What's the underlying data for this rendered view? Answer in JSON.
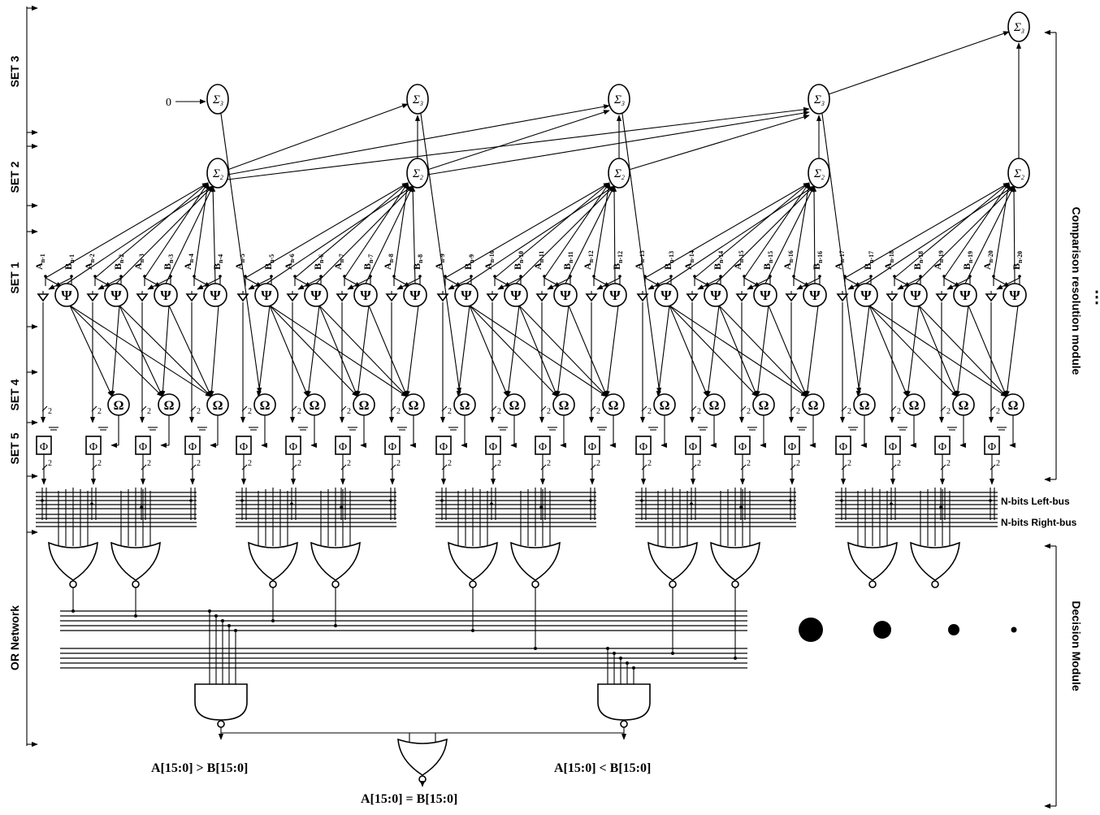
{
  "modules": {
    "comparison_resolution": "Comparison resolution module",
    "decision": "Decision Module",
    "continuation_mark": "⋮"
  },
  "sets": {
    "set1": "SET 1",
    "set2": "SET 2",
    "set3": "SET 3",
    "set4": "SET 4",
    "set5": "SET 5",
    "or_network": "OR Network"
  },
  "buses": {
    "left": "N-bits Left-bus",
    "right": "N-bits Right-bus"
  },
  "outputs": {
    "greater": "A[15:0] > B[15:0]",
    "less": "A[15:0] < B[15:0]",
    "equal": "A[15:0] = B[15:0]"
  },
  "symbols": {
    "psi": "Ψ",
    "omega": "Ω",
    "phi": "Φ",
    "sigma2": "Σ",
    "sigma2_sub": "2",
    "sigma3": "Σ",
    "sigma3_sub": "3",
    "bus_width": "2",
    "zero_input": "0"
  },
  "bits": [
    {
      "a": "A",
      "a_sub": "n-1",
      "b": "B",
      "b_sub": "n-1"
    },
    {
      "a": "A",
      "a_sub": "n-2",
      "b": "B",
      "b_sub": "n-2"
    },
    {
      "a": "A",
      "a_sub": "n-3",
      "b": "B",
      "b_sub": "n-3"
    },
    {
      "a": "A",
      "a_sub": "n-4",
      "b": "B",
      "b_sub": "n-4"
    },
    {
      "a": "A",
      "a_sub": "n-5",
      "b": "B",
      "b_sub": "n-5"
    },
    {
      "a": "A",
      "a_sub": "n-6",
      "b": "B",
      "b_sub": "n-6"
    },
    {
      "a": "A",
      "a_sub": "n-7",
      "b": "B",
      "b_sub": "n-7"
    },
    {
      "a": "A",
      "a_sub": "n-8",
      "b": "B",
      "b_sub": "n-8"
    },
    {
      "a": "A",
      "a_sub": "n-9",
      "b": "B",
      "b_sub": "n-9"
    },
    {
      "a": "A",
      "a_sub": "n-10",
      "b": "B",
      "b_sub": "n-10"
    },
    {
      "a": "A",
      "a_sub": "n-11",
      "b": "B",
      "b_sub": "n-11"
    },
    {
      "a": "A",
      "a_sub": "n-12",
      "b": "B",
      "b_sub": "n-12"
    },
    {
      "a": "A",
      "a_sub": "n-13",
      "b": "B",
      "b_sub": "n-13"
    },
    {
      "a": "A",
      "a_sub": "n-14",
      "b": "B",
      "b_sub": "n-14"
    },
    {
      "a": "A",
      "a_sub": "n-15",
      "b": "B",
      "b_sub": "n-15"
    },
    {
      "a": "A",
      "a_sub": "n-16",
      "b": "B",
      "b_sub": "n-16"
    },
    {
      "a": "A",
      "a_sub": "n-17",
      "b": "B",
      "b_sub": "n-17"
    },
    {
      "a": "A",
      "a_sub": "n-18",
      "b": "B",
      "b_sub": "n-18"
    },
    {
      "a": "A",
      "a_sub": "n-19",
      "b": "B",
      "b_sub": "n-19"
    },
    {
      "a": "A",
      "a_sub": "n-20",
      "b": "B",
      "b_sub": "n-20"
    }
  ]
}
